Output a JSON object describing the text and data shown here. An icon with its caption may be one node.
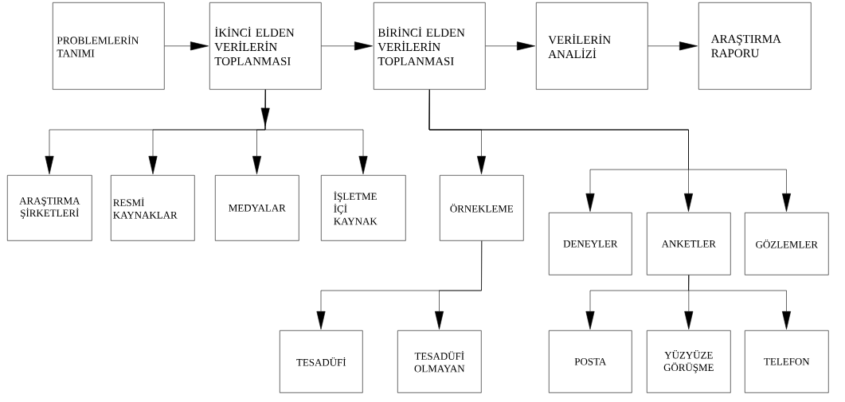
{
  "diagram": {
    "nodes": [
      {
        "text": [
          "PROBLEMLERİN TANIMI"
        ]
      },
      {
        "text": [
          "İKİNCİ ELDEN VERİLERİN TOPLANMASI"
        ]
      },
      {
        "text": [
          "BİRİNCİ ELDEN VERİLERİN TOPLANMASI"
        ]
      },
      {
        "text": [
          "VERİLERİN ANALİZİ"
        ]
      },
      {
        "text": [
          "ARAŞTIRMA RAPORU"
        ]
      },
      {
        "text": [
          "ARAŞTIRMA ŞİRKETLERİ"
        ]
      },
      {
        "text": [
          "RESMİ KAYNAKLAR"
        ]
      },
      {
        "text": [
          "MEDYALAR"
        ]
      },
      {
        "text": [
          "İŞLETME İÇİ KAYNAK"
        ]
      },
      {
        "text": [
          "ÖRNEKLEME"
        ]
      },
      {
        "text": [
          "DENEYLER"
        ]
      },
      {
        "text": [
          "ANKETLER"
        ]
      },
      {
        "text": [
          "GÖZLEMLER"
        ]
      },
      {
        "text": [
          "TESADÜFİ"
        ]
      },
      {
        "text": [
          "TESADÜFİ OLMAYAN"
        ]
      },
      {
        "text": [
          "POSTA"
        ]
      },
      {
        "text": [
          "YÜZYÜZE GÖRÜŞME"
        ]
      },
      {
        "text": [
          "TELEFON"
        ]
      }
    ],
    "edges": [
      {
        "from": 0,
        "to": 1,
        "arrow": "to"
      },
      {
        "from": 1,
        "to": 2,
        "arrow": "to"
      },
      {
        "from": 2,
        "to": 3,
        "arrow": "to"
      },
      {
        "from": 3,
        "to": 4,
        "arrow": "to"
      },
      {
        "from": 1,
        "to": 5,
        "arrow": "to"
      },
      {
        "from": 1,
        "to": 6,
        "arrow": "to"
      },
      {
        "from": 1,
        "to": 7,
        "arrow": "to"
      },
      {
        "from": 1,
        "to": 8,
        "arrow": "to"
      },
      {
        "from": 2,
        "to": 9,
        "arrow": "to"
      },
      {
        "from": 2,
        "to": 10,
        "arrow": "to"
      },
      {
        "from": 2,
        "to": 11,
        "arrow": "to"
      },
      {
        "from": 2,
        "to": 12,
        "arrow": "to"
      },
      {
        "from": 9,
        "to": 13,
        "arrow": "to"
      },
      {
        "from": 9,
        "to": 14,
        "arrow": "to"
      },
      {
        "from": 11,
        "to": 15,
        "arrow": "to"
      },
      {
        "from": 11,
        "to": 16,
        "arrow": "to"
      },
      {
        "from": 11,
        "to": 17,
        "arrow": "to"
      }
    ]
  }
}
